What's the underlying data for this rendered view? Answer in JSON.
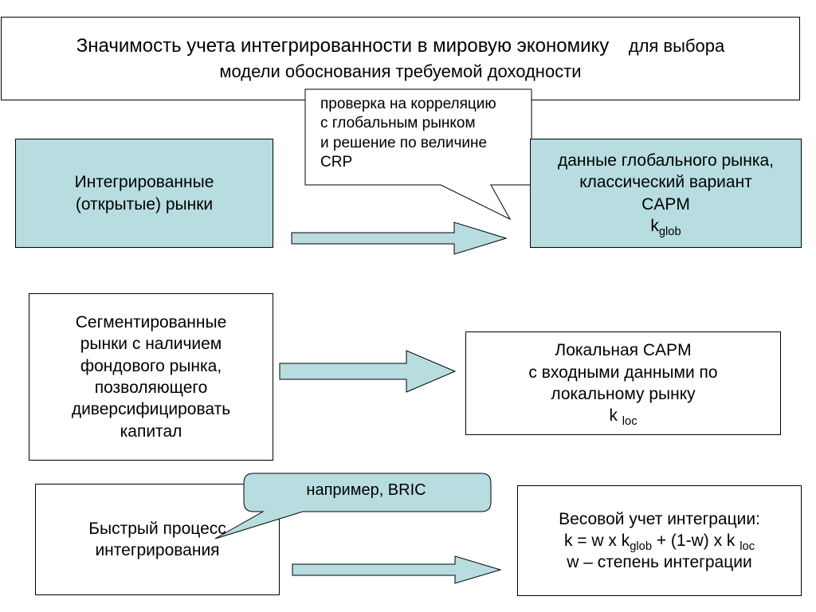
{
  "title": {
    "main": "Значимость учета интегрированности в мировую экономику",
    "tail": "для выбора",
    "line2": "модели обоснования требуемой доходности"
  },
  "integrated": {
    "line1": "Интегрированные",
    "line2": "(открытые) рынки"
  },
  "callout_correlation": {
    "line1": "проверка на корреляцию",
    "line2": "с глобальным рынком",
    "line3": "и решение по величине",
    "line4": "CRP"
  },
  "global_result": {
    "line1": "данные глобального рынка,",
    "line2": "классический вариант",
    "line3": "CAPM",
    "k": "k",
    "k_sub": "glob"
  },
  "segmented": {
    "line1": "Сегментированные",
    "line2": "рынки с наличием",
    "line3": "фондового рынка,",
    "line4": "позволяющего",
    "line5": "диверсифицировать",
    "line6": "капитал"
  },
  "local_result": {
    "line1": "Локальная CAPM",
    "line2": "с входными данными по",
    "line3": "локальному рынку",
    "k": "k",
    "k_sub": "loc"
  },
  "fast_integration": {
    "line1": "Быстрый процесс",
    "line2": "интегрирования"
  },
  "callout_example": {
    "text": "например, BRIC"
  },
  "weighted_result": {
    "line1": "Весовой учет интеграции:",
    "formula_prefix": "k = w x k",
    "formula_sub1": "glob",
    "formula_middle": " + (1-w) x k",
    "formula_sub2": "loc",
    "line3": "w – степень интеграции"
  },
  "colors": {
    "teal_fill": "#b7dde1",
    "border": "#000000",
    "background": "#ffffff"
  }
}
